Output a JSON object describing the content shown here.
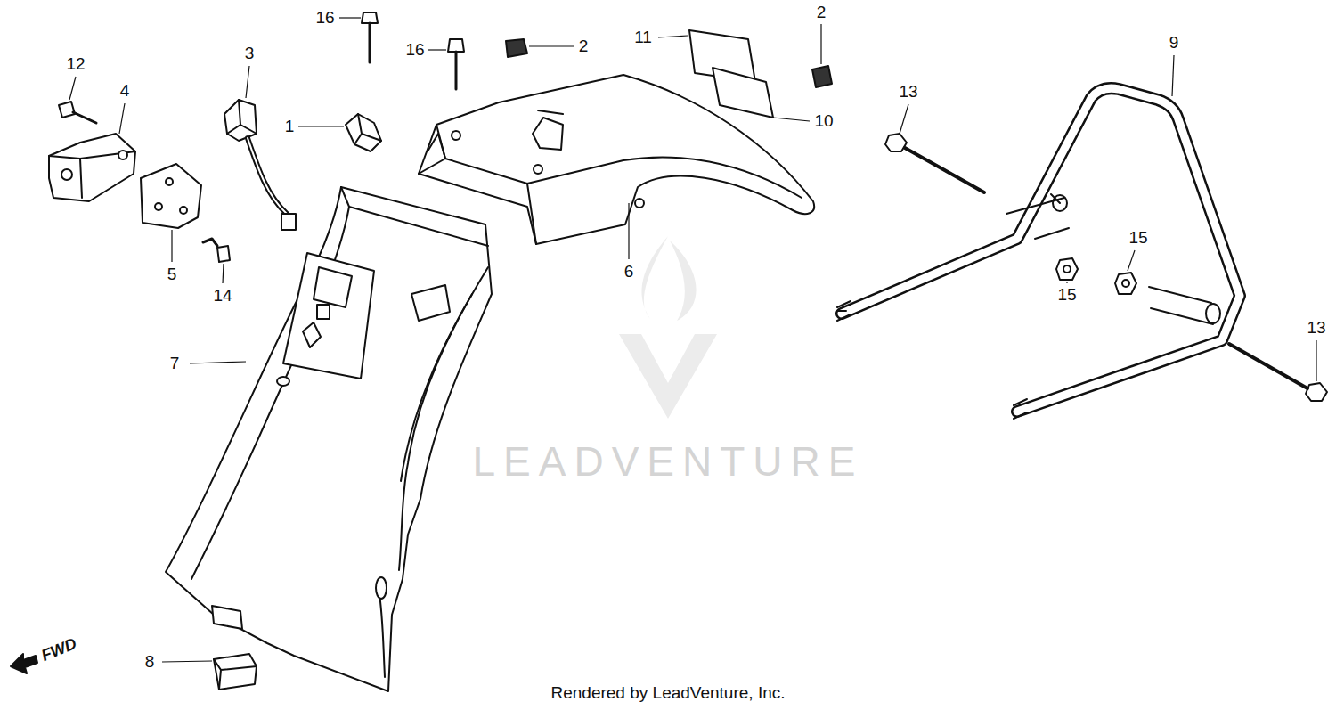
{
  "diagram": {
    "labels": [
      "16",
      "2",
      "2",
      "16",
      "11",
      "9",
      "12",
      "3",
      "4",
      "13",
      "10",
      "1",
      "15",
      "6",
      "5",
      "15",
      "14",
      "7",
      "13",
      "8",
      "FWD",
      "LEADVENTURE",
      "Rendered by LeadVenture, Inc."
    ]
  }
}
